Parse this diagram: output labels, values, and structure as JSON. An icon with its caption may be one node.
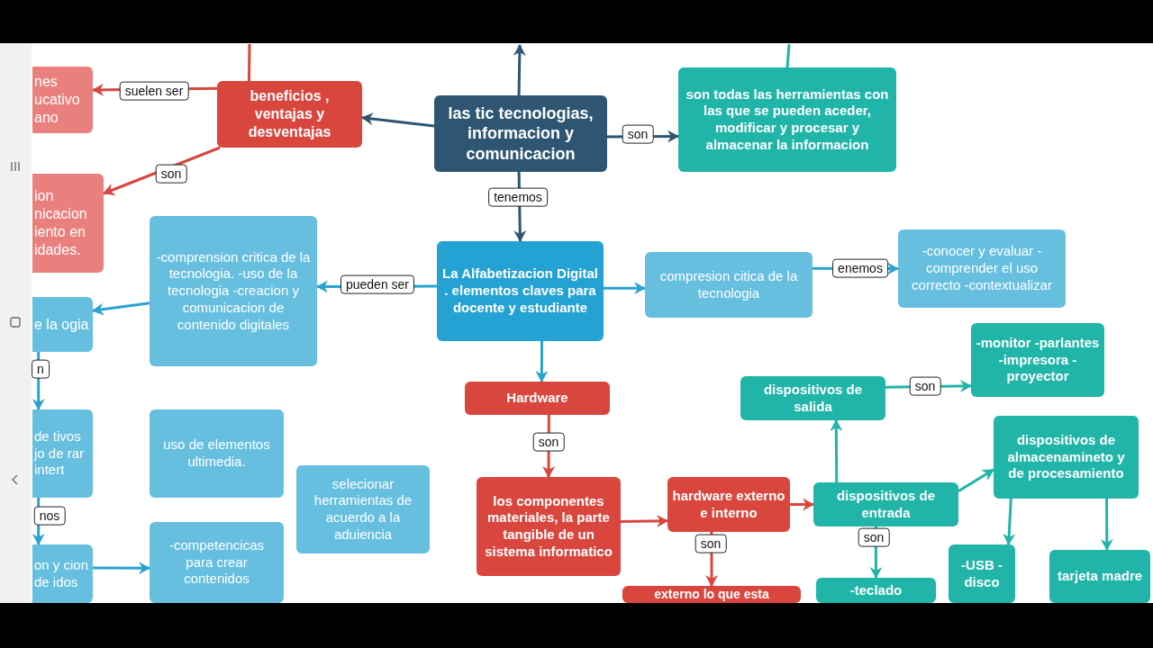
{
  "diagram": {
    "nodes": [
      {
        "text": [
          "las tic tecnologias, informacion y comunicacion"
        ]
      },
      {
        "text": [
          "beneficios , ventajas y desventajas"
        ]
      },
      {
        "text": [
          "nes ucativo ano"
        ]
      },
      {
        "text": [
          "ion nicacion iento en idades."
        ]
      },
      {
        "text": [
          "son todas las herramientas con las que se pueden aceder, modificar y procesar y almacenar la informacion"
        ]
      },
      {
        "text": [
          "La Alfabetizacion Digital . elementos claves para docente y estudiante"
        ]
      },
      {
        "text": [
          "-comprension critica de la tecnologia. -uso de la tecnologia -creacion y comunicacion de contenido digitales"
        ]
      },
      {
        "text": [
          "e la ogia"
        ]
      },
      {
        "text": [
          "compresion citica de la tecnologia"
        ]
      },
      {
        "text": [
          "-conocer y evaluar - comprender el uso correcto -contextualizar"
        ]
      },
      {
        "text": [
          "Hardware"
        ]
      },
      {
        "text": [
          "los componentes materiales, la parte tangible de un sistema informatico"
        ]
      },
      {
        "text": [
          "hardware externo e interno"
        ]
      },
      {
        "text": [
          "externo lo que esta"
        ]
      },
      {
        "text": [
          "dispositivos de entrada"
        ]
      },
      {
        "text": [
          "dispositivos de salida"
        ]
      },
      {
        "text": [
          "-monitor -parlantes -impresora -proyector"
        ]
      },
      {
        "text": [
          "dispositivos de almacenamineto y de procesamiento"
        ]
      },
      {
        "text": [
          "-teclado"
        ]
      },
      {
        "text": [
          "-USB -disco"
        ]
      },
      {
        "text": [
          "tarjeta madre"
        ]
      },
      {
        "text": [
          "de tivos jo de rar intert"
        ]
      },
      {
        "text": [
          "uso de elementos ultimedia."
        ]
      },
      {
        "text": [
          "selecionar herramientas de acuerdo a la aduiencia"
        ]
      },
      {
        "text": [
          "on y cion de idos"
        ]
      },
      {
        "text": [
          "-competencicas para crear contenidos"
        ]
      }
    ],
    "edges": [
      {
        "from": 0,
        "to": null,
        "arrow": "to",
        "color": "#2e5672"
      },
      {
        "from": 0,
        "to": 1,
        "arrow": "to",
        "color": "#2e5672"
      },
      {
        "from": 0,
        "to": 4,
        "arrow": "to",
        "label": "son",
        "color": "#2e5672"
      },
      {
        "from": 0,
        "to": 5,
        "arrow": "to",
        "label": "tenemos",
        "color": "#2e5672"
      },
      {
        "from": 1,
        "to": 2,
        "arrow": "to",
        "label": "suelen ser",
        "color": "#d9463e"
      },
      {
        "from": 1,
        "to": 3,
        "arrow": "to",
        "label": "son",
        "color": "#d9463e"
      },
      {
        "from": null,
        "to": 1,
        "arrow": "none",
        "color": "#d9463e"
      },
      {
        "from": null,
        "to": 4,
        "arrow": "none",
        "color": "#20b5a8"
      },
      {
        "from": 5,
        "to": 6,
        "arrow": "to",
        "label": "pueden ser"
      },
      {
        "from": 5,
        "to": 8,
        "arrow": "to"
      },
      {
        "from": 8,
        "to": 9,
        "arrow": "to",
        "label": "enemos"
      },
      {
        "from": 6,
        "to": 7,
        "arrow": "to"
      },
      {
        "from": 5,
        "to": 10,
        "arrow": "to"
      },
      {
        "from": 10,
        "to": 11,
        "arrow": "to",
        "label": "son",
        "color": "#d9463e"
      },
      {
        "from": 11,
        "to": 12,
        "arrow": "to",
        "color": "#d9463e"
      },
      {
        "from": 12,
        "to": 14,
        "arrow": "to",
        "color": "#d9463e"
      },
      {
        "from": 12,
        "to": 13,
        "arrow": "to",
        "label": "son",
        "color": "#d9463e"
      },
      {
        "from": 14,
        "to": 15,
        "arrow": "to",
        "color": "#20b5a8"
      },
      {
        "from": 15,
        "to": 16,
        "arrow": "to",
        "label": "son",
        "color": "#20b5a8"
      },
      {
        "from": 14,
        "to": 17,
        "arrow": "to",
        "color": "#20b5a8"
      },
      {
        "from": 14,
        "to": 18,
        "arrow": "to",
        "label": "son",
        "color": "#20b5a8"
      },
      {
        "from": 17,
        "to": 19,
        "arrow": "to",
        "color": "#20b5a8"
      },
      {
        "from": 17,
        "to": 20,
        "arrow": "to",
        "color": "#20b5a8"
      },
      {
        "from": 24,
        "to": 25,
        "arrow": "to"
      },
      {
        "from": 7,
        "to": 21,
        "arrow": "to",
        "label": "n"
      },
      {
        "from": 21,
        "to": 24,
        "arrow": "to",
        "label": "nos"
      }
    ]
  }
}
